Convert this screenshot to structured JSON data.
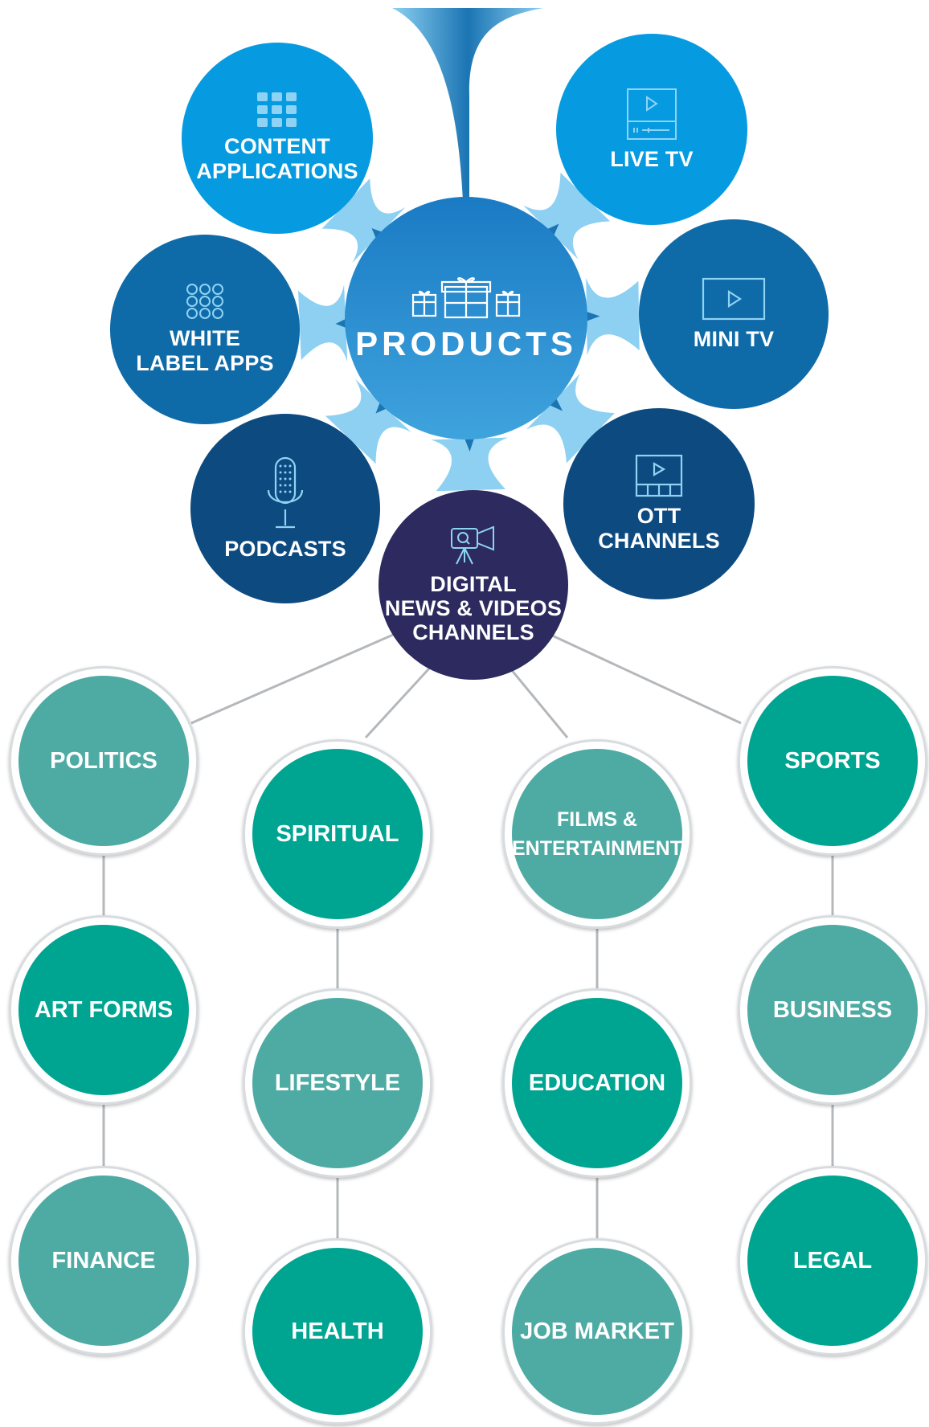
{
  "colors": {
    "connector_light": "#8dd0f2",
    "connector_dark": "#1b75b3",
    "hub_top": "#1a7bc4",
    "hub_bottom": "#3fa3dd",
    "light_blue": "#069be0",
    "mid_blue": "#0f6aa8",
    "dark_blue": "#0d4a80",
    "navy": "#2c2a5e",
    "teal_dark": "#00a592",
    "teal_light": "#4eaba4",
    "line_gray": "#b5b8bb"
  },
  "hub": {
    "label": "PRODUCTS",
    "icon": "gift-boxes-icon"
  },
  "products": [
    {
      "id": "content-applications",
      "lines": [
        "CONTENT",
        "APPLICATIONS"
      ],
      "icon": "grid-squares-icon"
    },
    {
      "id": "live-tv",
      "lines": [
        "LIVE TV"
      ],
      "icon": "tv-player-icon"
    },
    {
      "id": "white-label-apps",
      "lines": [
        "WHITE",
        "LABEL APPS"
      ],
      "icon": "dots-grid-icon"
    },
    {
      "id": "mini-tv",
      "lines": [
        "MINI TV"
      ],
      "icon": "play-screen-icon"
    },
    {
      "id": "podcasts",
      "lines": [
        "PODCASTS"
      ],
      "icon": "microphone-icon"
    },
    {
      "id": "ott-channels",
      "lines": [
        "OTT",
        "CHANNELS"
      ],
      "icon": "film-screen-icon"
    }
  ],
  "digital": {
    "lines": [
      "DIGITAL",
      "NEWS & VIDEOS",
      "CHANNELS"
    ],
    "icon": "video-camera-icon"
  },
  "categories": [
    {
      "id": "politics",
      "lines": [
        "POLITICS"
      ],
      "tone": "light"
    },
    {
      "id": "art-forms",
      "lines": [
        "ART FORMS"
      ],
      "tone": "dark"
    },
    {
      "id": "finance",
      "lines": [
        "FINANCE"
      ],
      "tone": "light"
    },
    {
      "id": "spiritual",
      "lines": [
        "SPIRITUAL"
      ],
      "tone": "dark"
    },
    {
      "id": "lifestyle",
      "lines": [
        "LIFESTYLE"
      ],
      "tone": "light"
    },
    {
      "id": "health",
      "lines": [
        "HEALTH"
      ],
      "tone": "dark"
    },
    {
      "id": "films-entertainment",
      "lines": [
        "FILMS &",
        "ENTERTAINMENT"
      ],
      "tone": "light"
    },
    {
      "id": "education",
      "lines": [
        "EDUCATION"
      ],
      "tone": "dark"
    },
    {
      "id": "job-market",
      "lines": [
        "JOB MARKET"
      ],
      "tone": "light"
    },
    {
      "id": "sports",
      "lines": [
        "SPORTS"
      ],
      "tone": "dark"
    },
    {
      "id": "business",
      "lines": [
        "BUSINESS"
      ],
      "tone": "light"
    },
    {
      "id": "legal",
      "lines": [
        "LEGAL"
      ],
      "tone": "dark"
    }
  ]
}
